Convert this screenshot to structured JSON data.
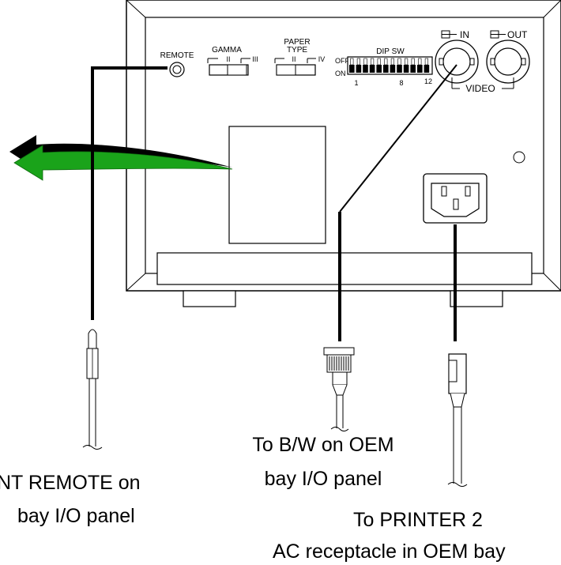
{
  "panel": {
    "remote": "REMOTE",
    "gamma": {
      "title": "GAMMA",
      "options": [
        "II",
        "III"
      ]
    },
    "paper_type": {
      "title_line1": "PAPER",
      "title_line2": "TYPE",
      "options": [
        "II",
        "IV"
      ]
    },
    "dip_sw": {
      "title": "DIP SW",
      "off": "OFF",
      "on": "ON",
      "num_1": "1",
      "num_8": "8",
      "num_12": "12",
      "switch_count": 12
    },
    "video": {
      "in": "IN",
      "out": "OUT",
      "label": "VIDEO"
    }
  },
  "callouts": {
    "remote": {
      "line1": "NT REMOTE on",
      "line2": "bay I/O panel"
    },
    "bw": {
      "line1": "To B/W on OEM",
      "line2": "bay I/O panel"
    },
    "printer": {
      "line1": "To PRINTER 2",
      "line2": "AC receptacle in OEM bay"
    }
  },
  "colors": {
    "arrow": "#1aa31a",
    "arrow_shadow": "#000000",
    "line": "#000000"
  }
}
